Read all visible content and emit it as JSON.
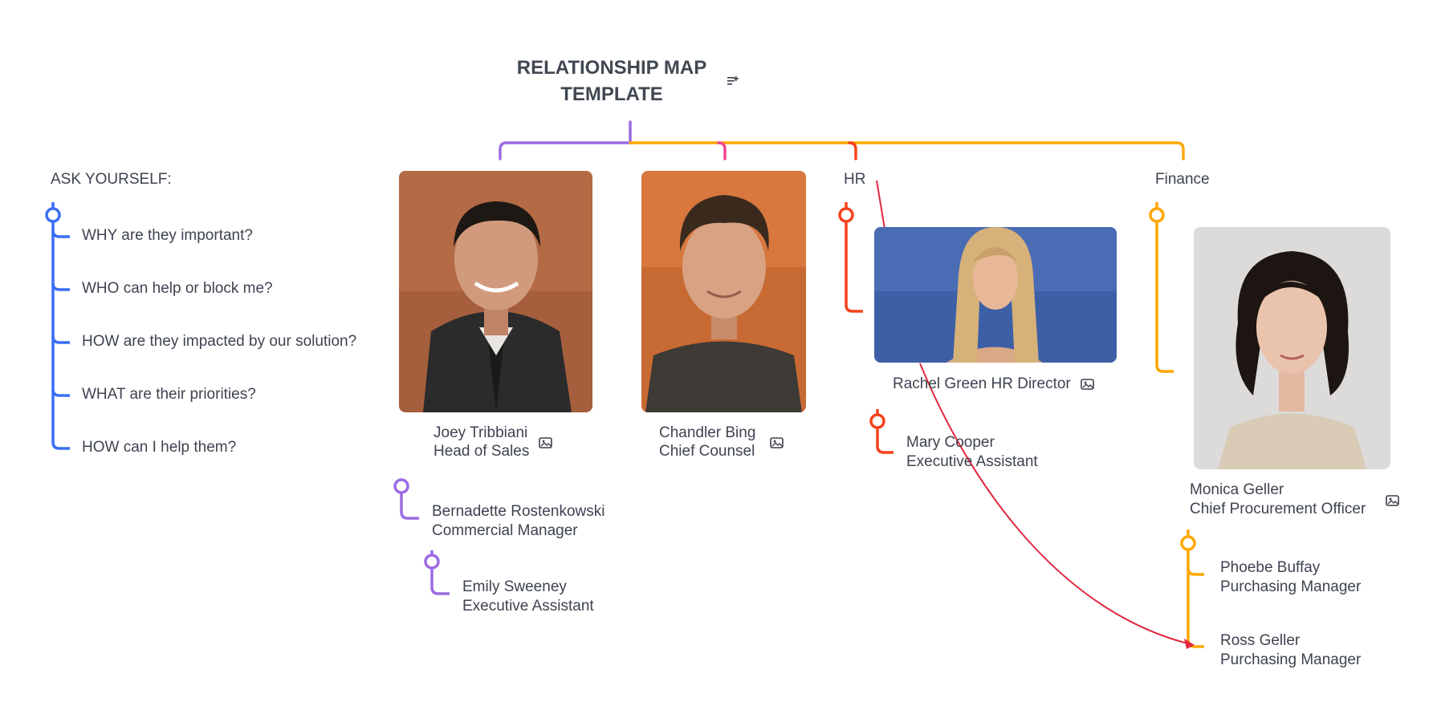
{
  "title": {
    "line1": "RELATIONSHIP MAP",
    "line2": "TEMPLATE"
  },
  "ask": {
    "heading": "ASK YOURSELF:",
    "questions": [
      "WHY are they important?",
      "WHO can help or block me?",
      "HOW are they impacted by our solution?",
      "WHAT are their priorities?",
      "HOW can I help them?"
    ]
  },
  "people": {
    "joey": {
      "name": "Joey Tribbiani",
      "role": "Head of Sales"
    },
    "chandler": {
      "name": "Chandler Bing",
      "role": "Chief Counsel"
    },
    "rachel": {
      "label": "Rachel Green HR Director"
    },
    "monica": {
      "name": "Monica Geller",
      "role": "Chief Procurement Officer"
    },
    "bernadette": {
      "name": "Bernadette Rostenkowski",
      "role": "Commercial Manager"
    },
    "emily": {
      "name": "Emily Sweeney",
      "role": "Executive Assistant"
    },
    "mary": {
      "name": "Mary Cooper",
      "role": "Executive Assistant"
    },
    "phoebe": {
      "name": "Phoebe Buffay",
      "role": "Purchasing Manager"
    },
    "ross": {
      "name": "Ross Geller",
      "role": "Purchasing Manager"
    }
  },
  "branches": {
    "hr": "HR",
    "finance": "Finance"
  },
  "colors": {
    "purple": "#9c6be3",
    "orange": "#ffa600",
    "pink": "#f2478e",
    "red": "#f5421c",
    "blue": "#3a6ef5",
    "connector": "#e0283e"
  },
  "icons": [
    "notes-icon",
    "image-icon"
  ]
}
